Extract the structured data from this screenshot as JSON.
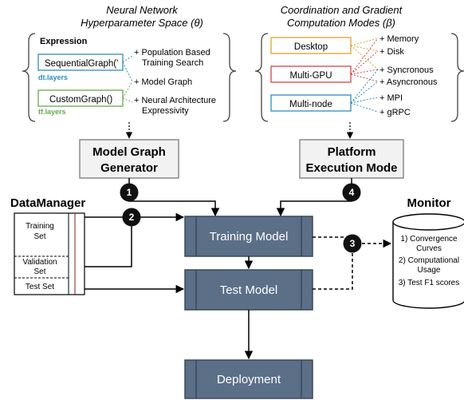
{
  "hyper": {
    "title_line1": "Neural Network",
    "title_line2": "Hyperparameter Space (θ)",
    "expression_label": "Expression",
    "box1": "SequentialGraph('",
    "box1_tag": "dt.layers",
    "box2": "CustomGraph()",
    "box2_tag": "tf.layers",
    "option1_line1": "+ Population Based",
    "option1_line2": "Training Search",
    "option2": "+ Model Graph",
    "option3_line1": "+ Neural Architecture",
    "option3_line2": "Expressivity"
  },
  "coord": {
    "title_line1": "Coordination and Gradient",
    "title_line2": "Computation Modes (β)",
    "box1": "Desktop",
    "box2": "Multi-GPU",
    "box3": "Multi-node",
    "opt_memory": "+ Memory",
    "opt_disk": "+ Disk",
    "opt_sync": "+ Syncronous",
    "opt_async": "+ Asyncronous",
    "opt_mpi": "+ MPI",
    "opt_grpc": "+ gRPC"
  },
  "generator": {
    "line1": "Model Graph",
    "line2": "Generator"
  },
  "platform": {
    "line1": "Platform",
    "line2": "Execution Mode"
  },
  "datamanager": {
    "title": "DataManager",
    "training_line1": "Training",
    "training_line2": "Set",
    "validation_line1": "Validation",
    "validation_line2": "Set",
    "test": "Test Set"
  },
  "stages": {
    "training": "Training Model",
    "test": "Test Model",
    "deployment": "Deployment"
  },
  "monitor": {
    "title": "Monitor",
    "item1_line1": "1) Convergence",
    "item1_line2": "Curves",
    "item2_line1": "2) Computational",
    "item2_line2": "Usage",
    "item3": "3) Test F1 scores"
  },
  "badges": {
    "b1": "1",
    "b2": "2",
    "b3": "3",
    "b4": "4"
  },
  "colors": {
    "stage_fill": "#5b6f87",
    "stage_stroke": "#39485a",
    "generator_fill": "#f2f2f2",
    "blue": "#2e8bc0",
    "green": "#6aa84f",
    "orange": "#e0a030",
    "red": "#d64545",
    "datamanager_red": "#8b1a1a"
  }
}
